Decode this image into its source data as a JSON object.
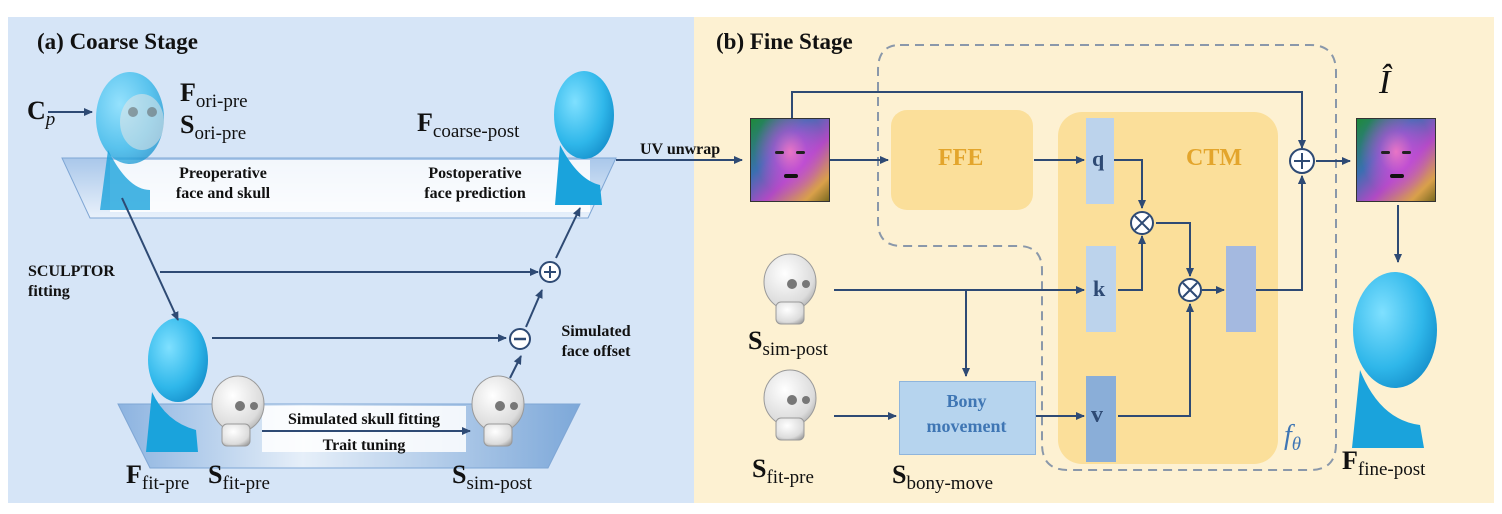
{
  "colors": {
    "coarse_panel": "#d6e5f7",
    "fine_panel": "#fdf1d2",
    "module": "#fbdf9a",
    "module_text": "#e3a52c",
    "bony_box": "#b6d4ee",
    "bony_text": "#3f76b4",
    "arrow": "#2e4a74",
    "dashed": "#8a98aa",
    "face": "#2fb7ea"
  },
  "coarse": {
    "title": "(a) Coarse Stage",
    "cp": {
      "main": "C",
      "sub": "p"
    },
    "f_ori_pre": {
      "main": "F",
      "sub": "ori-pre"
    },
    "s_ori_pre": {
      "main": "S",
      "sub": "ori-pre"
    },
    "f_coarse_post": {
      "main": "F",
      "sub": "coarse-post"
    },
    "preop_line1": "Preoperative",
    "preop_line2": "face and skull",
    "postop_line1": "Postoperative",
    "postop_line2": "face prediction",
    "sculptor_line1": "SCULPTOR",
    "sculptor_line2": "fitting",
    "sim_offset_line1": "Simulated",
    "sim_offset_line2": "face offset",
    "sim_skull_fitting": "Simulated skull fitting",
    "trait_tuning": "Trait tuning",
    "f_fit_pre": {
      "main": "F",
      "sub": "fit-pre"
    },
    "s_fit_pre": {
      "main": "S",
      "sub": "fit-pre"
    },
    "s_sim_post": {
      "main": "S",
      "sub": "sim-post"
    },
    "plus_symbol": "+",
    "minus_symbol": "−"
  },
  "fine": {
    "title": "(b) Fine Stage",
    "uv_unwrap": "UV unwrap",
    "ffe": "FFE",
    "ctm": "CTM",
    "q": "q",
    "k": "k",
    "v": "v",
    "f_theta": {
      "main": "f",
      "sub": "θ"
    },
    "i_hat": "Î",
    "s_sim_post": {
      "main": "S",
      "sub": "sim-post"
    },
    "s_fit_pre": {
      "main": "S",
      "sub": "fit-pre"
    },
    "s_bony_move": {
      "main": "S",
      "sub": "bony-move"
    },
    "bony_line1": "Bony",
    "bony_line2": "movement",
    "f_fine_post": {
      "main": "F",
      "sub": "fine-post"
    },
    "times_symbol": "⊗",
    "plus_symbol": "⊕"
  },
  "icons": [
    "face-mesh-icon",
    "skull-icon",
    "uv-map-icon"
  ]
}
